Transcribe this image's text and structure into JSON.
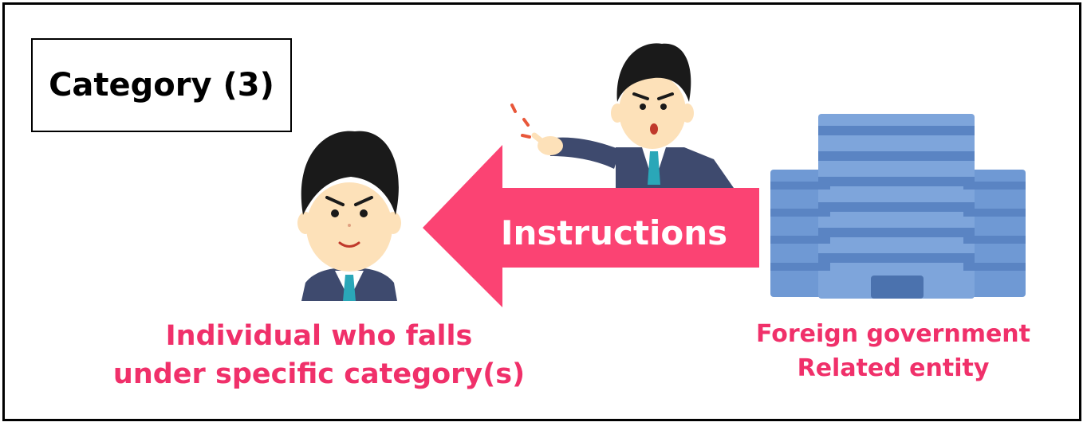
{
  "category_box": {
    "label": "Category (3)"
  },
  "arrow": {
    "label": "Instructions"
  },
  "left_node": {
    "icon": "businessman-icon",
    "label_line1": "Individual who falls",
    "label_line2": "under specific category(s)"
  },
  "right_node": {
    "icon": "office-building-icon",
    "label_line1": "Foreign government",
    "label_line2": "Related entity"
  },
  "pointing_figure": {
    "icon": "pointing-businessman-icon"
  },
  "colors": {
    "accent": "#f0306a",
    "arrow": "#fb4373",
    "building": "#6f99d4",
    "suit": "#3e4a6e",
    "tie": "#2aa7b8",
    "skin": "#fde1b9"
  }
}
